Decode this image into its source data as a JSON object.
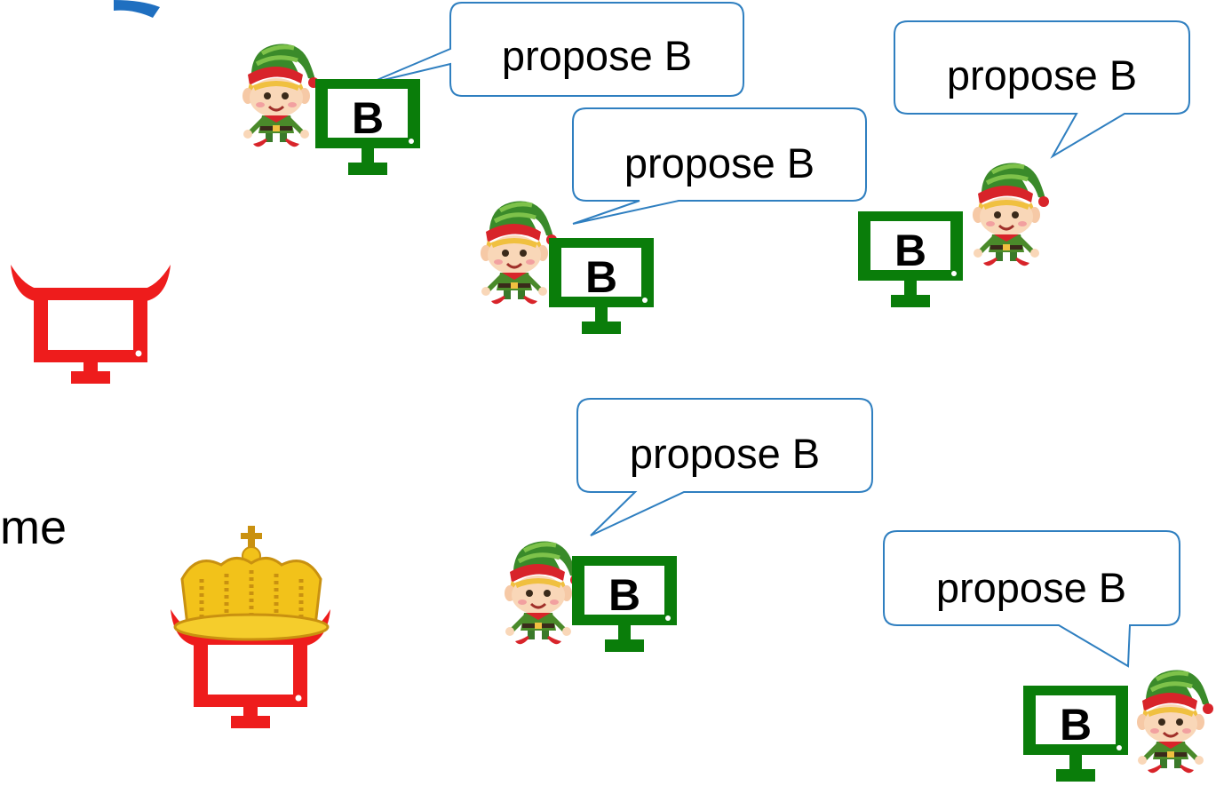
{
  "colors": {
    "honest_monitor": "#0a7d0a",
    "faulty_monitor": "#ee1c1c",
    "bubble_stroke": "#2f7fc0",
    "crown": "#f2c21a",
    "top_left_arc": "#1f6fc0"
  },
  "side_text": "me",
  "monitor_letter": "B",
  "bubbles": [
    {
      "text": "propose B"
    },
    {
      "text": "propose B"
    },
    {
      "text": "propose B"
    },
    {
      "text": "propose B"
    },
    {
      "text": "propose B"
    }
  ],
  "icons": {
    "elf": "elf-icon",
    "monitor": "monitor-icon",
    "horns": "devil-horns-icon",
    "crown": "crown-icon"
  }
}
